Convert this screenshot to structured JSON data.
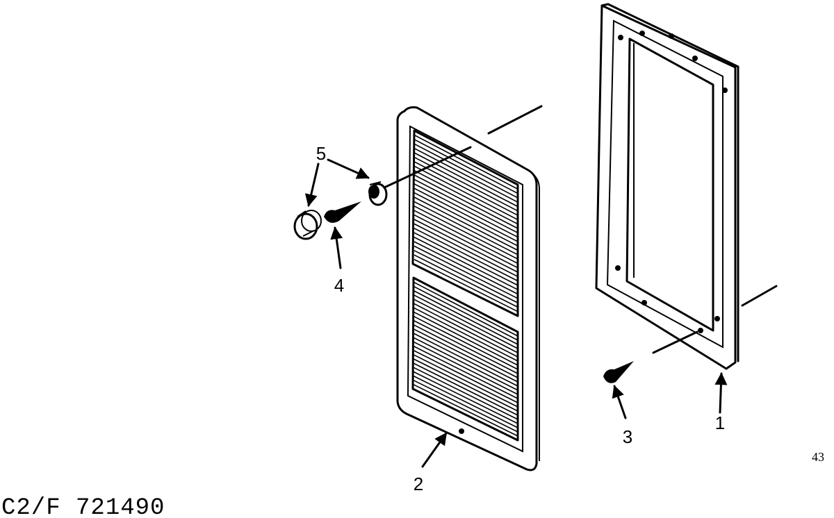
{
  "diagram": {
    "callouts": [
      {
        "id": "1",
        "label": "1"
      },
      {
        "id": "2",
        "label": "2"
      },
      {
        "id": "3",
        "label": "3"
      },
      {
        "id": "4",
        "label": "4"
      },
      {
        "id": "5",
        "label": "5"
      }
    ],
    "page_number": "43",
    "model_code": "C2/F 721490"
  }
}
